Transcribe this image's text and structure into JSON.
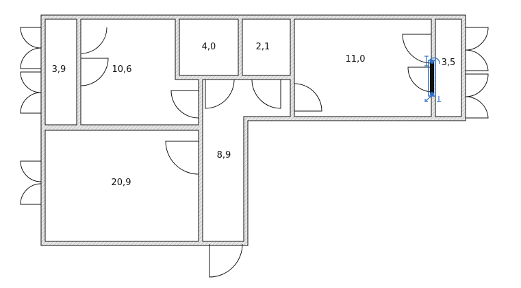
{
  "plan": {
    "rooms": [
      {
        "id": "room-3-9-left",
        "area": "3,9"
      },
      {
        "id": "room-10-6",
        "area": "10,6"
      },
      {
        "id": "room-4-0",
        "area": "4,0"
      },
      {
        "id": "room-2-1",
        "area": "2,1"
      },
      {
        "id": "room-11-0",
        "area": "11,0"
      },
      {
        "id": "room-3-5",
        "area": "3,5"
      },
      {
        "id": "room-20-9",
        "area": "20,9"
      },
      {
        "id": "room-8-9",
        "area": "8,9"
      }
    ],
    "selection_color": "#2f6fc6",
    "wall_fill": "#d9d9d9"
  }
}
